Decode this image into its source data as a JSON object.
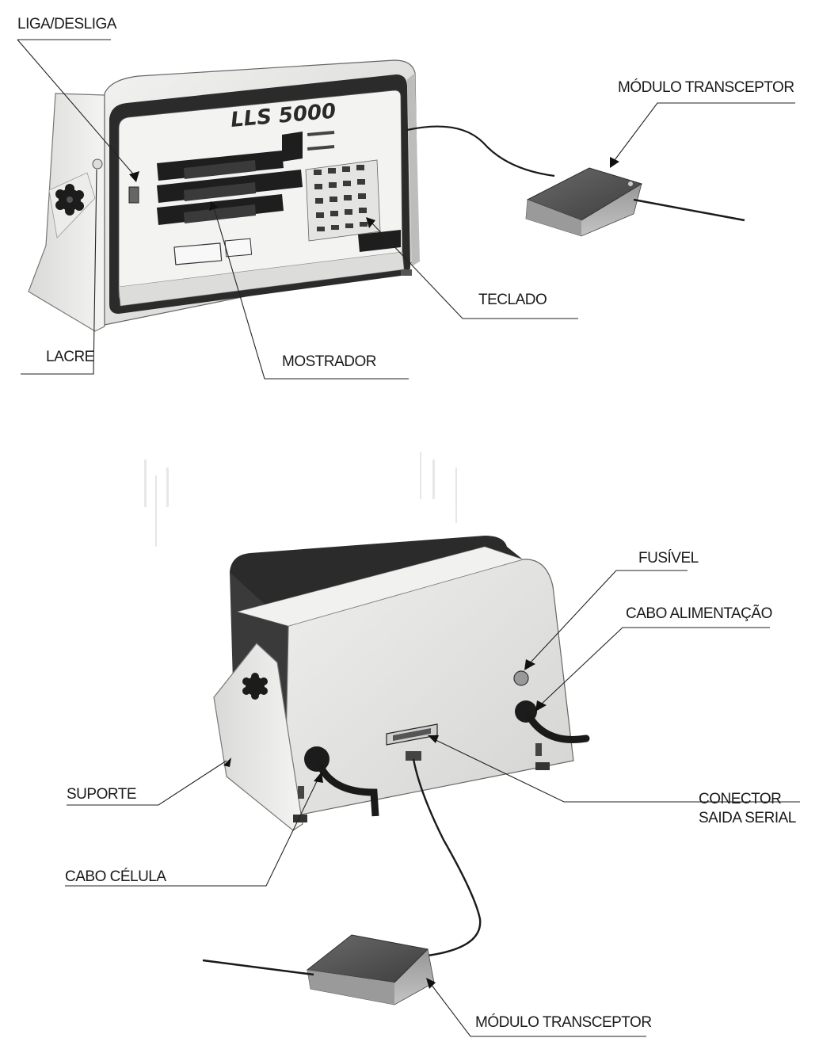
{
  "front_view": {
    "device_brand": "LLS 5000",
    "labels": {
      "power_switch": "LIGA/DESLIGA",
      "transceiver": "MÓDULO TRANSCEPTOR",
      "keypad": "TECLADO",
      "seal": "LACRE",
      "display": "MOSTRADOR"
    }
  },
  "rear_view": {
    "labels": {
      "fuse": "FUSÍVEL",
      "power_cable": "CABO ALIMENTAÇÃO",
      "stand": "SUPORTE",
      "serial_connector_line1": "CONECTOR",
      "serial_connector_line2": "SAIDA SERIAL",
      "cell_cable": "CABO CÉLULA",
      "transceiver": "MÓDULO TRANSCEPTOR"
    }
  },
  "colors": {
    "ink": "#1a1a1a",
    "housing": "#e6e6e4",
    "dark_band": "#2b2b2b",
    "module": "#5a5a5a"
  }
}
